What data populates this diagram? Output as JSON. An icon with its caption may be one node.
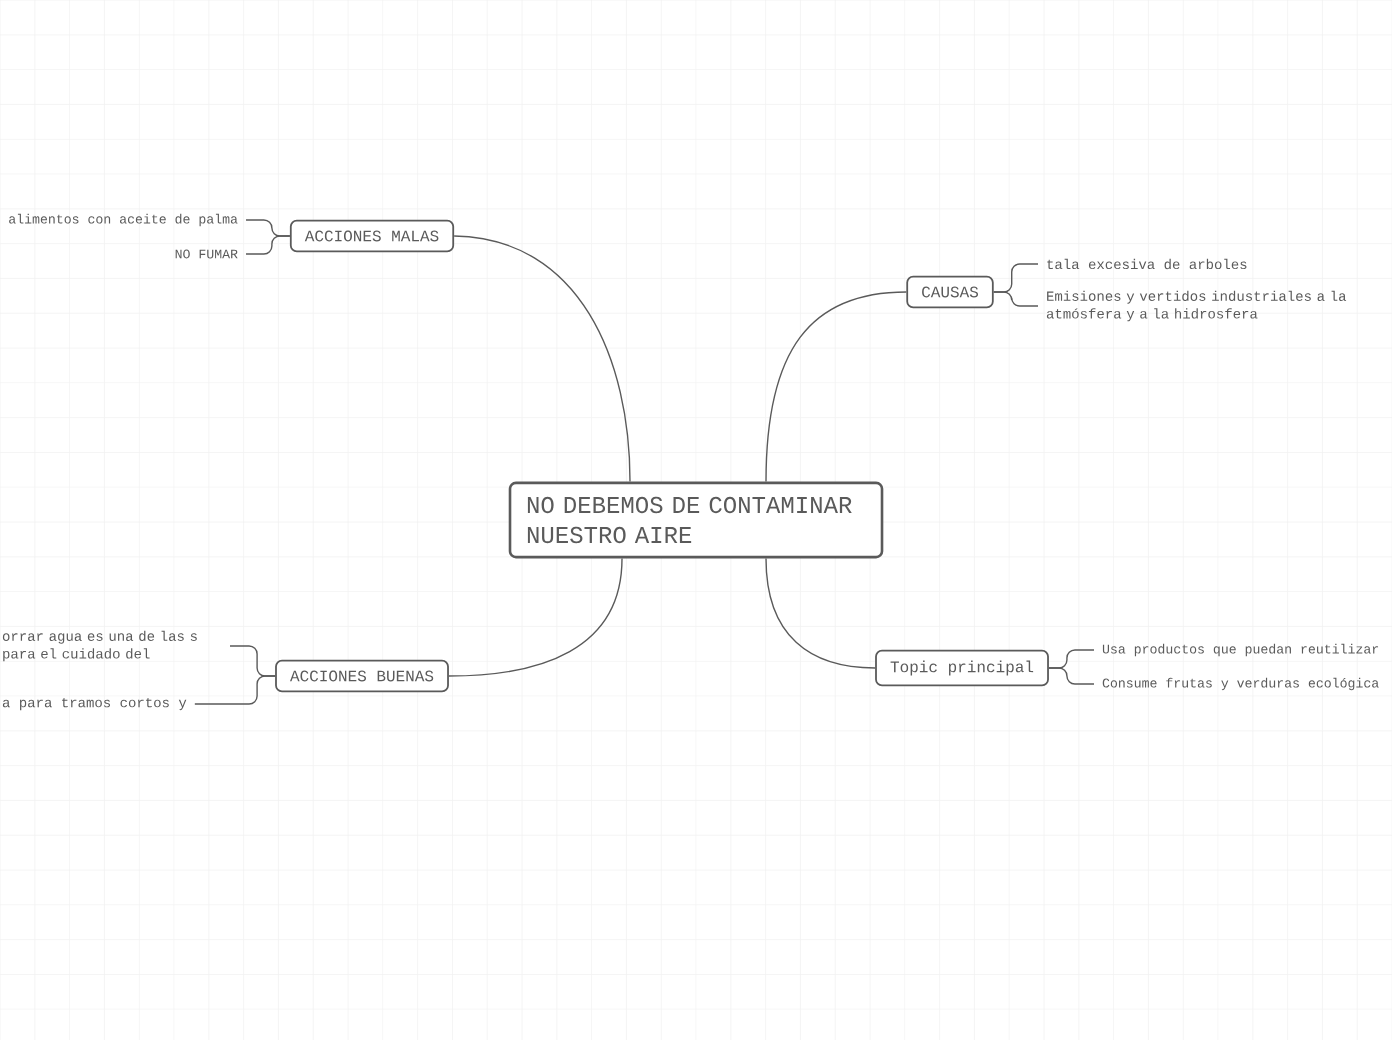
{
  "diagram": {
    "nodes": [
      {
        "text": [
          "NO DEBEMOS DE CONTAMINAR NUESTRO AIRE"
        ]
      },
      {
        "text": [
          "ACCIONES MALAS"
        ]
      },
      {
        "text": [
          "alimentos con aceite de palma"
        ]
      },
      {
        "text": [
          "NO FUMAR"
        ]
      },
      {
        "text": [
          "CAUSAS"
        ]
      },
      {
        "text": [
          "tala excesiva de arboles"
        ]
      },
      {
        "text": [
          "Emisiones y vertidos industriales a la atmósfera y a la hidrosfera"
        ]
      },
      {
        "text": [
          "ACCIONES BUENAS"
        ]
      },
      {
        "text": [
          "orrar agua es una de las s para el cuidado del"
        ]
      },
      {
        "text": [
          "a para tramos cortos y"
        ]
      },
      {
        "text": [
          "Topic principal"
        ]
      },
      {
        "text": [
          "Usa productos que puedan reutilizar"
        ]
      },
      {
        "text": [
          "Consume frutas y verduras ecológica"
        ]
      }
    ],
    "edges": [
      {
        "from": 0,
        "to": 1,
        "arrow": "none"
      },
      {
        "from": 1,
        "to": 2,
        "arrow": "none"
      },
      {
        "from": 1,
        "to": 3,
        "arrow": "none"
      },
      {
        "from": 0,
        "to": 4,
        "arrow": "none"
      },
      {
        "from": 4,
        "to": 5,
        "arrow": "none"
      },
      {
        "from": 4,
        "to": 6,
        "arrow": "none"
      },
      {
        "from": 0,
        "to": 7,
        "arrow": "none"
      },
      {
        "from": 7,
        "to": 8,
        "arrow": "none"
      },
      {
        "from": 7,
        "to": 9,
        "arrow": "none"
      },
      {
        "from": 0,
        "to": 10,
        "arrow": "none"
      },
      {
        "from": 10,
        "to": 11,
        "arrow": "none"
      },
      {
        "from": 10,
        "to": 12,
        "arrow": "none"
      }
    ]
  }
}
